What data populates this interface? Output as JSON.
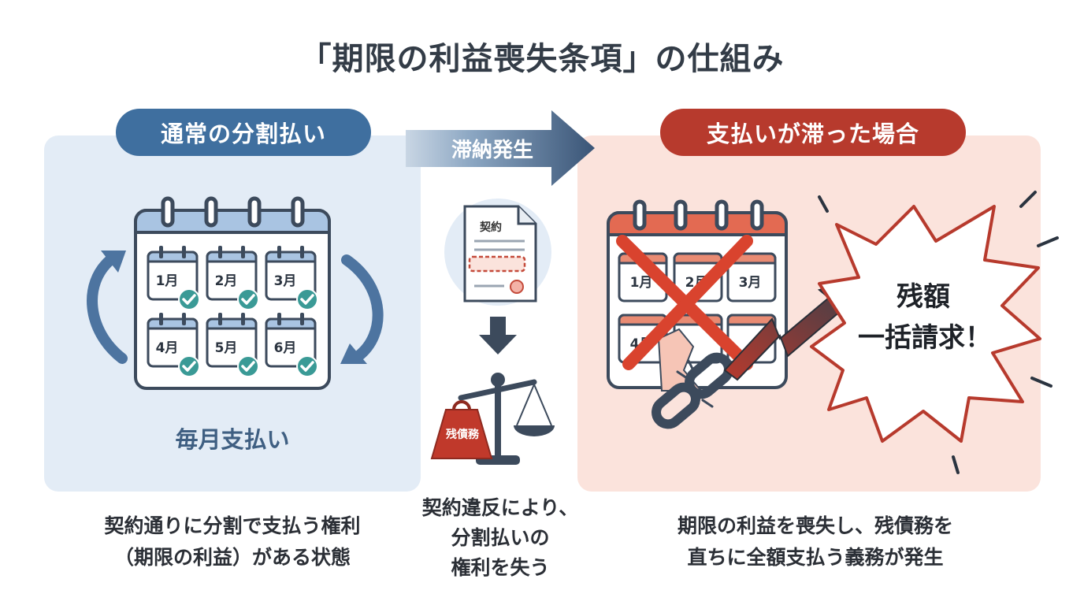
{
  "title": "「期限の利益喪失条項」の仕組み",
  "left": {
    "header": "通常の分割払い",
    "months": [
      "1月",
      "2月",
      "3月",
      "4月",
      "5月",
      "6月"
    ],
    "calendar_label": "毎月支払い",
    "caption_lines": [
      "契約通りに分割で支払う権利",
      "（期限の利益）がある状態"
    ]
  },
  "middle": {
    "arrow_label": "滞納発生",
    "document_label": "契約",
    "weight_label": "残債務",
    "caption_lines": [
      "契約違反により、",
      "分割払いの",
      "権利を失う"
    ]
  },
  "right": {
    "header": "支払いが滞った場合",
    "months": [
      "1月",
      "2月",
      "3月",
      "4月"
    ],
    "burst_lines": [
      "残額",
      "一括請求！"
    ],
    "caption_lines": [
      "期限の利益を喪失し、残債務を",
      "直ちに全額支払う義務が発生"
    ]
  },
  "colors": {
    "blue_accent": "#3f6f9f",
    "red_accent": "#b73a2d",
    "check_teal": "#3a9a96",
    "left_bg": "#e3ecf6",
    "right_bg": "#fbe3dc"
  }
}
